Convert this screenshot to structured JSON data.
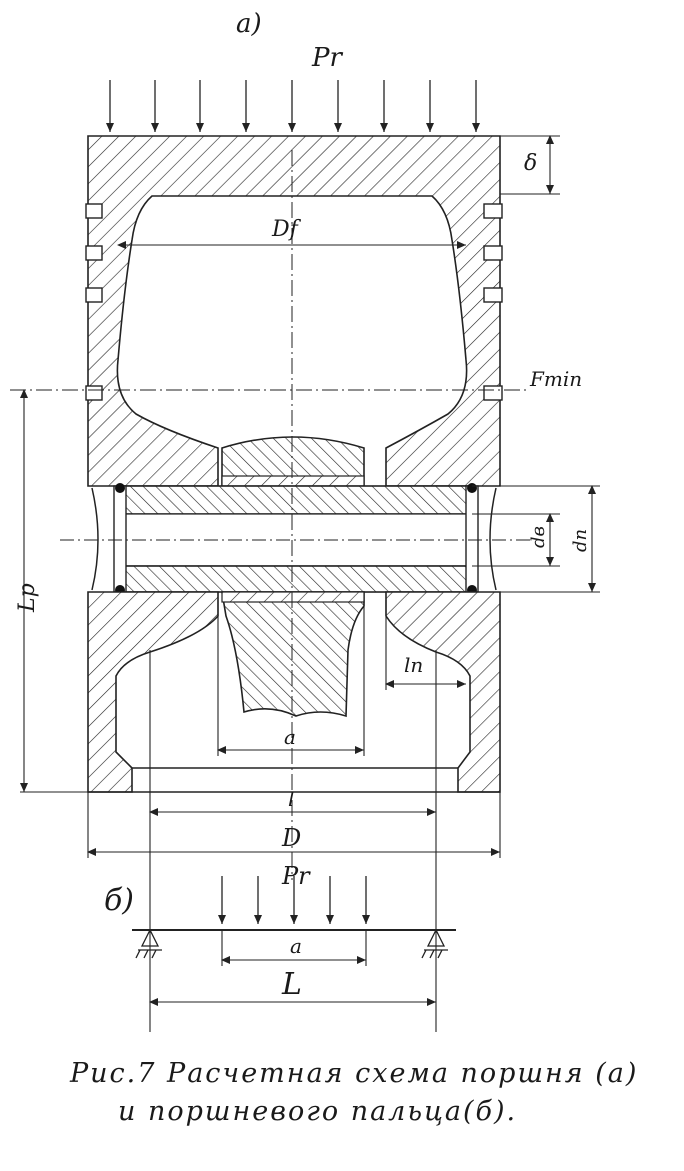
{
  "figure": {
    "label_a": "а)",
    "label_b": "б)",
    "force_top": "Pr",
    "force_bottom": "Pr",
    "dim_delta": "δ",
    "dim_df": "Df",
    "dim_fmin": "Fmin",
    "dim_lp": "Lp",
    "dim_db": "dв",
    "dim_dn": "dп",
    "dim_ln": "lп",
    "dim_a": "a",
    "dim_l_small": "l",
    "dim_d": "D",
    "dim_a_b": "a",
    "dim_l_b": "L"
  },
  "caption": {
    "line1": "Рис.7  Расчетная схема поршня (а)",
    "line2": "и поршневого пальца(б)."
  }
}
